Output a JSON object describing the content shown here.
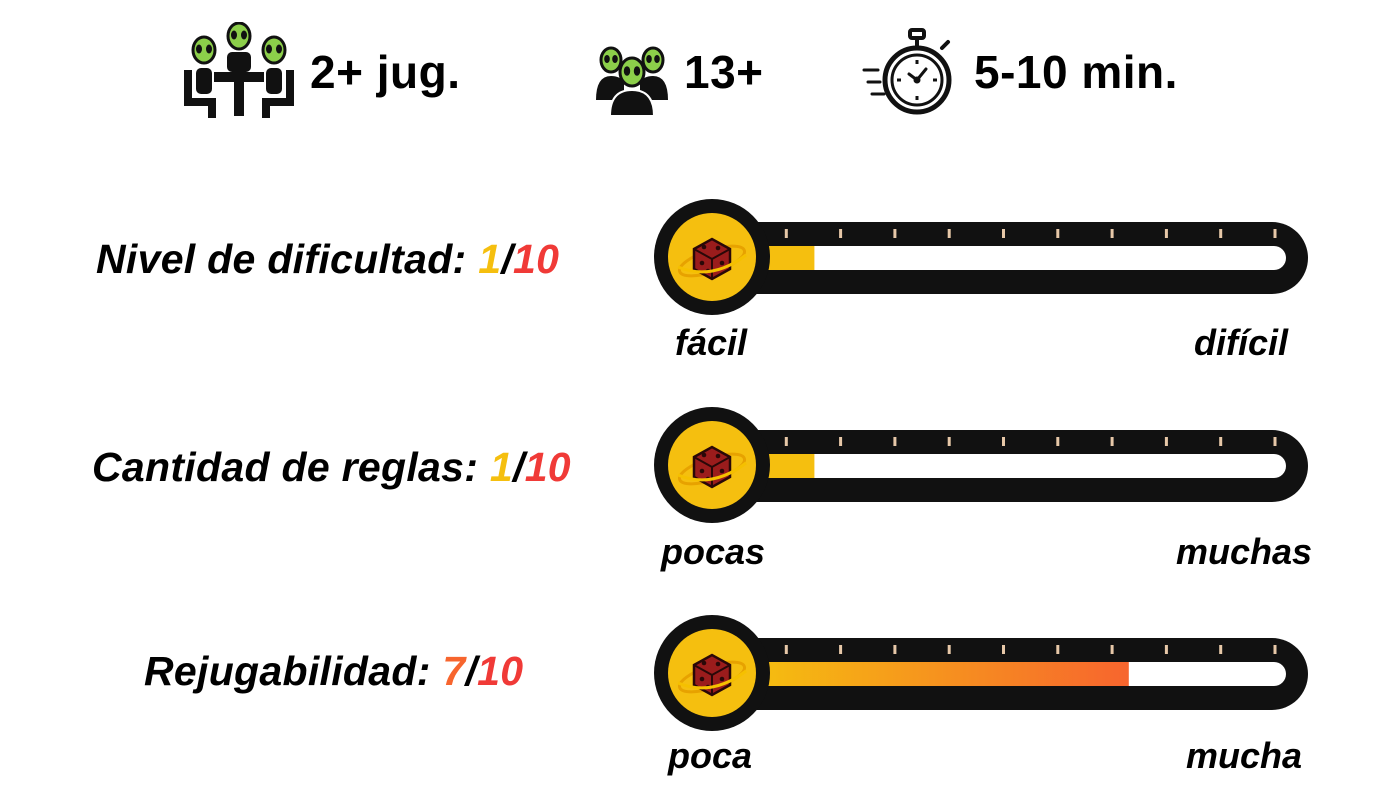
{
  "stats": {
    "players": {
      "icon": "aliens-at-table-icon",
      "text": "2+ jug."
    },
    "age": {
      "icon": "alien-group-icon",
      "text": "13+"
    },
    "time": {
      "icon": "stopwatch-icon",
      "text": "5-10 min."
    }
  },
  "meters": [
    {
      "label": "Nivel de dificultad:",
      "value": "1",
      "sep": "/",
      "max": "10",
      "level": 0.1,
      "min_label": "fácil",
      "max_label": "difícil"
    },
    {
      "label": "Cantidad de reglas:",
      "value": "1",
      "sep": "/",
      "max": "10",
      "level": 0.1,
      "min_label": "pocas",
      "max_label": "muchas"
    },
    {
      "label": "Rejugabilidad:",
      "value": "7",
      "sep": "/",
      "max": "10",
      "level": 0.7,
      "min_label": "poca",
      "max_label": "mucha"
    }
  ],
  "meter_icon": "ringed-die-icon",
  "colors": {
    "yellow": "#f5bf0f",
    "orange": "#f7652e",
    "red": "#f03a37",
    "alien_green": "#8ccf4a"
  }
}
